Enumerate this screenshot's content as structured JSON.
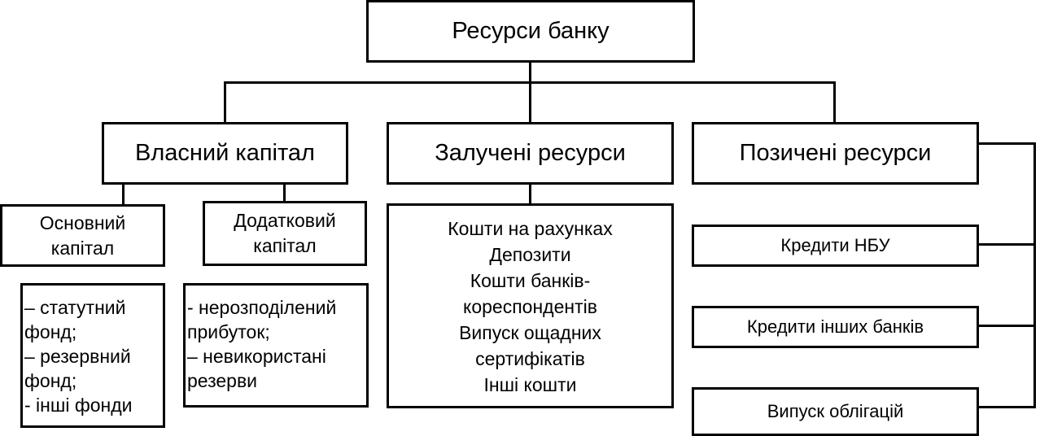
{
  "root": {
    "label": "Ресурси банку"
  },
  "level1": {
    "own_capital": "Власний капітал",
    "attracted": "Залучені ресурси",
    "borrowed": "Позичені ресурси"
  },
  "own_capital": {
    "main": "Основний капітал",
    "additional": "Додатковий капітал",
    "main_items": [
      "– статутний",
      "фонд;",
      "– резервний",
      "фонд;",
      "- інші фонди"
    ],
    "additional_items": [
      "- нерозподілений",
      "прибуток;",
      "– невикористані",
      "резерви"
    ]
  },
  "attracted_items": [
    "Кошти на рахунках",
    "Депозити",
    "Кошти банків-",
    "кореспондентів",
    "Випуск ощадних",
    "сертифікатів",
    "Інші кошти"
  ],
  "borrowed_items": [
    "Кредити НБУ",
    "Кредити інших банків",
    "Випуск облігацій"
  ]
}
